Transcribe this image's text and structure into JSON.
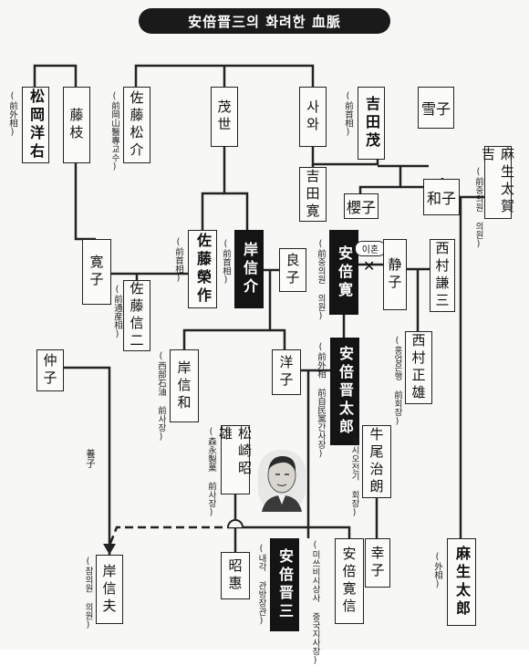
{
  "title": "安倍晋三의 화려한  血脈",
  "persons": {
    "matsuoka": "松岡洋右",
    "fuji": "藤枝",
    "sato_matsusuke": "佐藤松介",
    "moyo": "茂世",
    "sawa": "사와",
    "yoshida_shigeru": "吉田茂",
    "yukiko": "雪子",
    "aso_takakichi": "麻生太賀吉",
    "yoshida_hiroshi": "吉田寛",
    "sakurako": "櫻子",
    "kazuko": "和子",
    "hiroko": "寛子",
    "sato_eisaku": "佐藤榮作",
    "kishi_nobusuke": "岸信介",
    "yoshiko": "良子",
    "abe_kan": "安倍寛",
    "shizuko": "静子",
    "nishimura_kenzo": "西村謙三",
    "sato_shinji": "佐藤信二",
    "nakako": "仲子",
    "kishi_nobukazu": "岸信和",
    "yoko": "洋子",
    "abe_shintaro": "安倍晋太郎",
    "nishimura_masao": "西村正雄",
    "ushio_jiro": "牛尾治朗",
    "matsuzaki_akio": "松崎昭雄",
    "kishi_nobuo": "岸信夫",
    "akie": "昭惠",
    "abe_shinzo": "安倍晋三",
    "abe_hironobu": "安倍寛信",
    "sachiko": "幸子",
    "aso_taro": "麻生太郎"
  },
  "notes": {
    "matsuoka": "(前外相)",
    "sato_matsusuke": "(前岡山醫專교수)",
    "yoshida_shigeru": "(前首相)",
    "aso_takakichi": "(前중의원 의원)",
    "sato_eisaku": "(前首相)",
    "kishi_nobusuke": "(前首相)",
    "abe_kan": "(前중의원 의원)",
    "sato_shinji": "(前通産相)",
    "kishi_nobukazu": "(西部石油 前사장)",
    "abe_shintaro": "(前外相 前自民黨간사장)",
    "nishimura_masao": "(흥업은행 前회장)",
    "matsuzaki_akio": "(森永製菓 前사장)",
    "ushio_jiro": "(우시오전기 회장)",
    "kishi_nobuo": "(참의원 의원)",
    "abe_shinzo": "(내각 관방장관)",
    "abe_hironobu": "(미쓰비시상사 중국지사장)",
    "aso_taro": "(外相)"
  },
  "relations": {
    "divorce": "이혼",
    "adopted": "養子"
  }
}
